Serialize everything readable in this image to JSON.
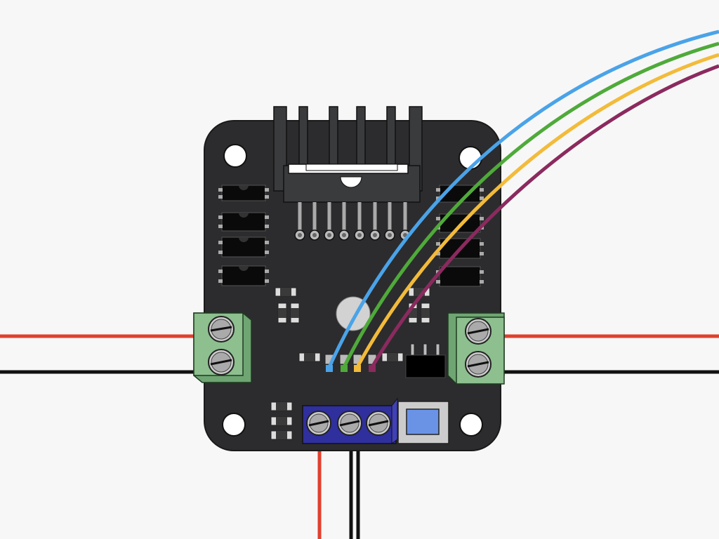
{
  "diagram": {
    "board": {
      "color": "#2c2c2e",
      "mount_hole_color": "#ffffff"
    },
    "heatsink": {
      "color": "#3a3b3c",
      "label_color": "#ffffff"
    },
    "terminal_blocks": [
      {
        "id": "motor-a",
        "color": "#8dbf8f",
        "screws": 2
      },
      {
        "id": "motor-b",
        "color": "#8dbf8f",
        "screws": 2
      },
      {
        "id": "power",
        "color": "#2f2f9e",
        "screws": 3
      }
    ],
    "wires": [
      {
        "id": "motor-a-red",
        "color": "#e0402e"
      },
      {
        "id": "motor-a-black",
        "color": "#111111"
      },
      {
        "id": "motor-b-red",
        "color": "#e0402e"
      },
      {
        "id": "motor-b-black",
        "color": "#111111"
      },
      {
        "id": "power-red",
        "color": "#e0402e"
      },
      {
        "id": "power-black-1",
        "color": "#111111"
      },
      {
        "id": "power-black-2",
        "color": "#111111"
      },
      {
        "id": "signal-blue",
        "color": "#4aa3e8"
      },
      {
        "id": "signal-green",
        "color": "#4faa3a"
      },
      {
        "id": "signal-yellow",
        "color": "#f2bb3a"
      },
      {
        "id": "signal-purple",
        "color": "#8b2a5e"
      }
    ],
    "jumper_color": "#6a93e6"
  }
}
